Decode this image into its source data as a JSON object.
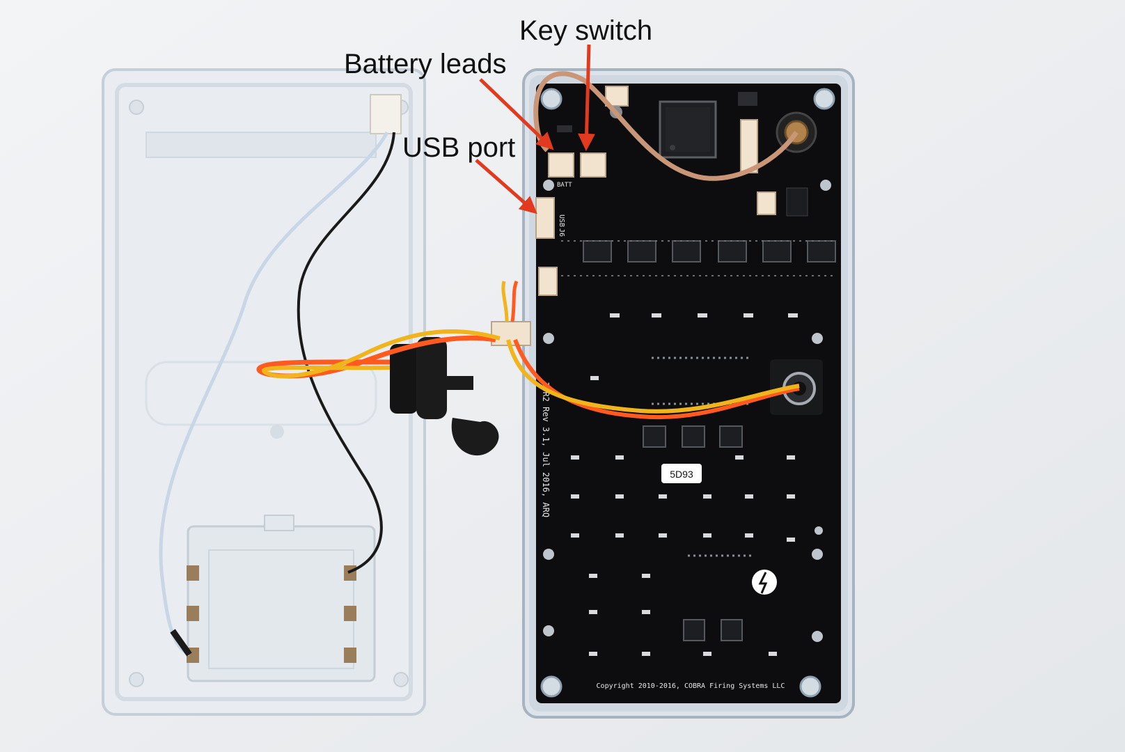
{
  "annotations": {
    "key_switch": "Key switch",
    "battery_leads": "Battery leads",
    "usb_port": "USB port"
  },
  "board": {
    "serial_label": "5D93",
    "copyright": "Copyright 2010-2016, COBRA Firing Systems LLC",
    "revision": "18R2 Rev 3.1, Jul 2016, ARQ",
    "usb_silk": "USB",
    "batt_silk": "BATT",
    "j6_silk": "J6"
  },
  "colors": {
    "arrow": "#e23a1e",
    "board": "#0d0d0f",
    "enclosure": "#e6ebef",
    "wire_red": "#ff5a1f",
    "wire_yellow": "#f0b41c",
    "wire_white": "#c8d6e6",
    "wire_black": "#1a1a1a",
    "connector": "#f2e3cf"
  },
  "icons": [
    "lightning-icon"
  ]
}
